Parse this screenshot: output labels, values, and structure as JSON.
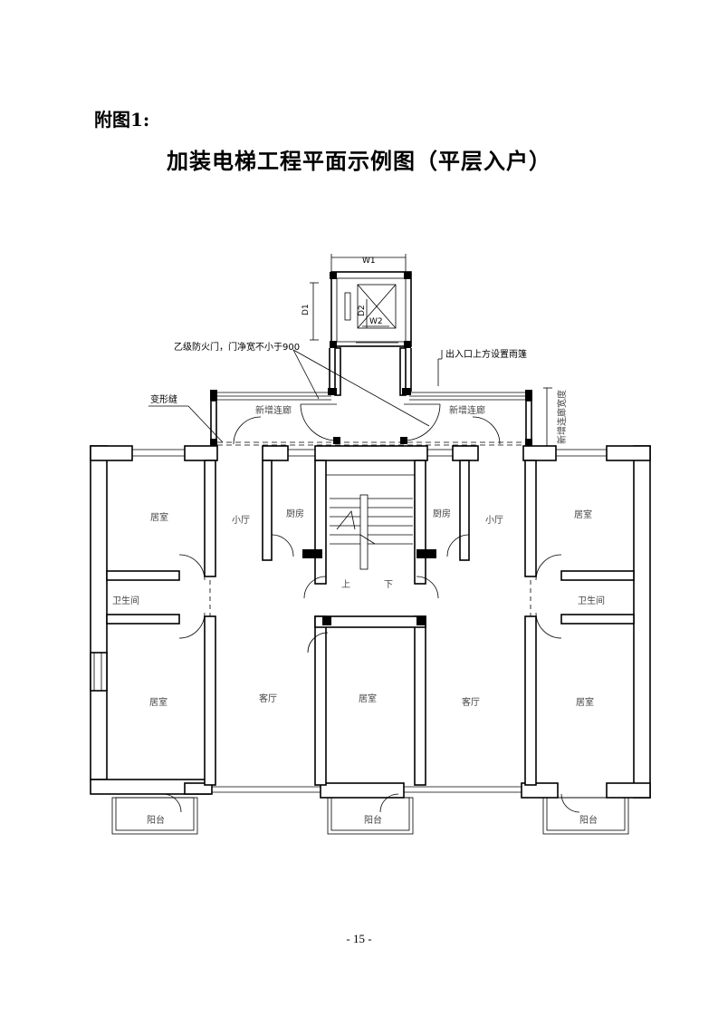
{
  "document": {
    "appendix_label": "附图1:",
    "title": "加装电梯工程平面示例图（平层入户）",
    "page_number": "- 15 -"
  },
  "annotations": {
    "fire_door": "乙级防火门，门净宽不小于900",
    "canopy": "出入口上方设置雨篷",
    "deformation_joint": "变形缝",
    "corridor_width": "新增连廊宽度"
  },
  "dimensions": {
    "w1": "W1",
    "d1": "D1",
    "d2": "D2",
    "w2": "W2"
  },
  "rooms": {
    "new_corridor": "新增连廊",
    "bedroom": "居室",
    "small_hall": "小厅",
    "kitchen": "厨房",
    "bathroom": "卫生间",
    "living_room": "客厅",
    "balcony": "阳台",
    "stair_up": "上",
    "stair_down": "下"
  }
}
